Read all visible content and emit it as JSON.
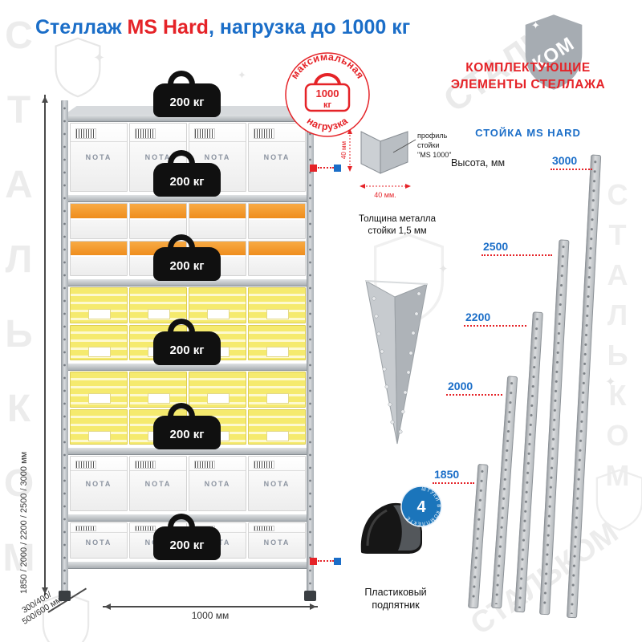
{
  "title": {
    "prefix": "Стеллаж ",
    "model": "MS Hard",
    "suffix": ", нагрузка до 1000 кг"
  },
  "watermark": {
    "brand": "СТАЛЬКОМ",
    "brand_part1": "СТАЛЬ",
    "brand_part2": "КОМ"
  },
  "rack": {
    "box_brand": "NOTA",
    "weights": [
      {
        "label": "200 кг"
      },
      {
        "label": "200 кг"
      },
      {
        "label": "200 кг"
      },
      {
        "label": "200 кг"
      },
      {
        "label": "200 кг"
      },
      {
        "label": "200 кг"
      }
    ],
    "badge": {
      "arc_top": "максимальная",
      "arc_bottom": "нагрузка",
      "value": "1000",
      "unit": "кг"
    },
    "dims": {
      "height": "1850 / 2000 / 2200 / 2500 / 3000 мм",
      "depth_line1": "300/400/",
      "depth_line2": "500/600 мм",
      "width": "1000 мм"
    },
    "compartments": [
      {
        "style": "white",
        "rows": 1,
        "cols": 4
      },
      {
        "style": "orange",
        "rows": 2,
        "cols": 4
      },
      {
        "style": "yellow",
        "rows": 2,
        "cols": 4
      },
      {
        "style": "yellow",
        "rows": 2,
        "cols": 4
      },
      {
        "style": "white",
        "rows": 1,
        "cols": 4
      },
      {
        "style": "white",
        "rows": 1,
        "cols": 4
      }
    ]
  },
  "components": {
    "profile": {
      "label_line1": "профиль",
      "label_line2": "стойки",
      "label_line3": "\"MS 1000\"",
      "dim_vertical": "40 мм",
      "dim_horizontal": "40 мм.",
      "thickness_line1": "Толщина металла",
      "thickness_line2": "стойки 1,5 мм"
    },
    "foot": {
      "label_line1": "Пластиковый",
      "label_line2": "подпятник",
      "badge_count": "4",
      "badge_text": "ШТУКИ В КОМПЛЕКТЕ"
    }
  },
  "right_panel": {
    "header_line1": "КОМПЛЕКТУЮЩИЕ",
    "header_line2": "ЭЛЕМЕНТЫ СТЕЛЛАЖА",
    "subheader": "СТОЙКА MS HARD",
    "height_label": "Высота, мм",
    "posts": [
      {
        "height": "1850"
      },
      {
        "height": "2000"
      },
      {
        "height": "2200"
      },
      {
        "height": "2500"
      },
      {
        "height": "3000"
      }
    ]
  },
  "colors": {
    "blue": "#1b6ec8",
    "red": "#e52328",
    "metal": "#bfc3c7",
    "yellow": "#f2e35c",
    "orange": "#f49a2f"
  }
}
